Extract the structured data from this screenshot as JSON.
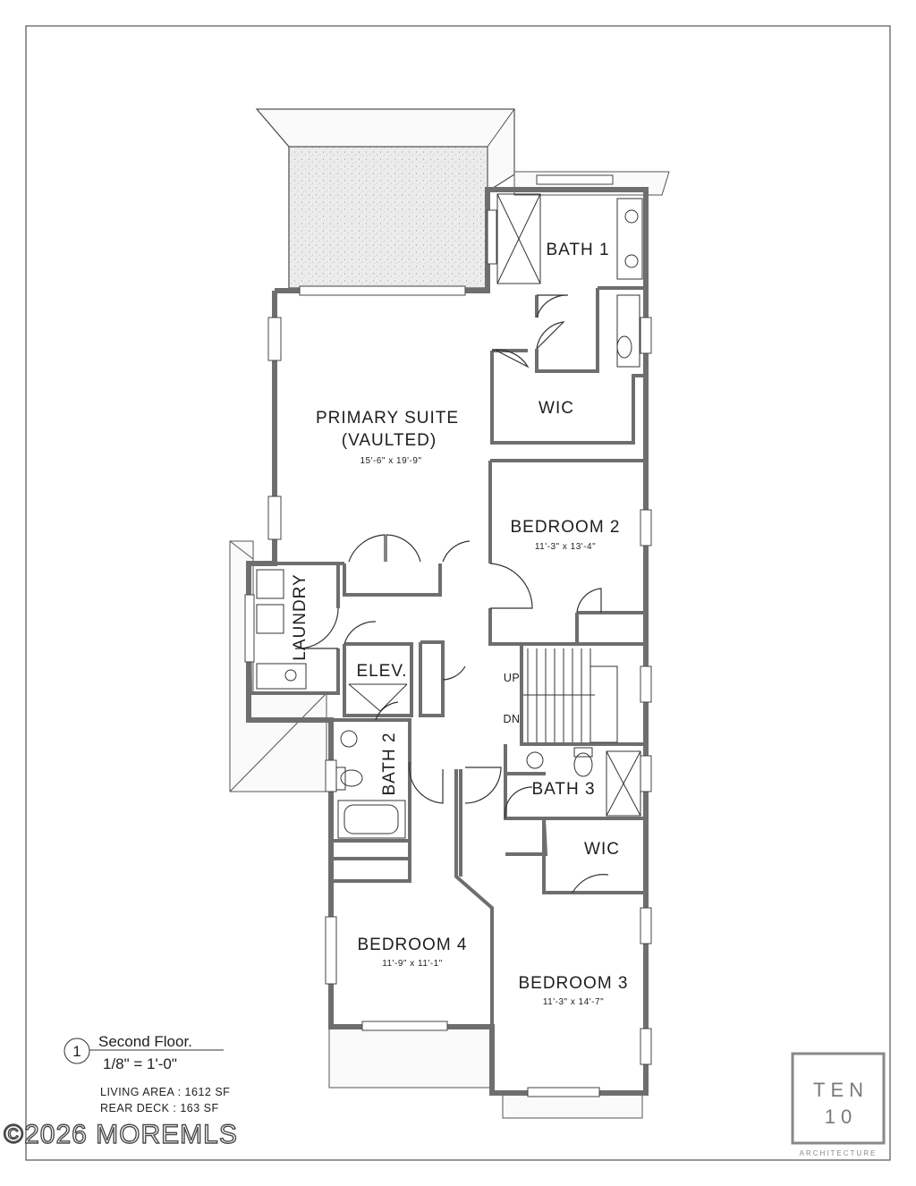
{
  "floor_plan": {
    "rooms": {
      "bath_1": "BATH 1",
      "primary_suite": "PRIMARY SUITE",
      "primary_suite_note": "(VAULTED)",
      "primary_suite_dim": "15'-6\" x 19'-9\"",
      "wic_1": "WIC",
      "bedroom_2": "BEDROOM 2",
      "bedroom_2_dim": "11'-3\" x 13'-4\"",
      "laundry": "LAUNDRY",
      "elev": "ELEV.",
      "bath_2": "BATH 2",
      "bath_3": "BATH 3",
      "wic_2": "WIC",
      "bedroom_4": "BEDROOM 4",
      "bedroom_4_dim": "11'-9\" x 11'-1\"",
      "bedroom_3": "BEDROOM 3",
      "bedroom_3_dim": "11'-3\" x 14'-7\""
    },
    "stairs": {
      "up": "UP",
      "dn": "DN"
    }
  },
  "title_block": {
    "number": "1",
    "title": "Second Floor.",
    "scale": "1/8\" = 1'-0\"",
    "living_area": "LIVING AREA : 1612 SF",
    "rear_deck": "REAR DECK : 163 SF"
  },
  "logo": {
    "line1": "TEN",
    "line2": "10",
    "sub": "ARCHITECTURE"
  },
  "watermark": "©2026 MOREMLS",
  "colors": {
    "wall": "#6e6e6e",
    "line": "#3a3a3a",
    "deck_fill": "#e9e9e9",
    "paper": "#ffffff"
  }
}
